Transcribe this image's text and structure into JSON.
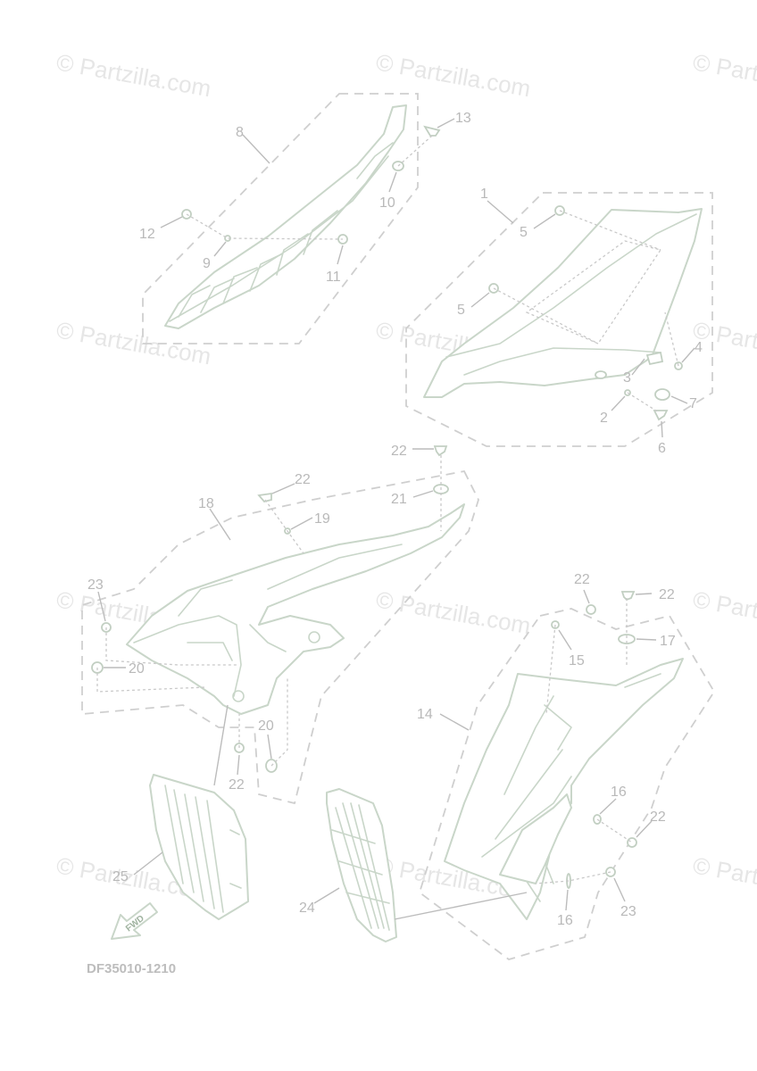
{
  "watermark": "© Partzilla.com",
  "diagram_code": "DF35010-1210",
  "fwd_label": "FWD",
  "callouts": {
    "c1": "1",
    "c2": "2",
    "c3": "3",
    "c4": "4",
    "c5a": "5",
    "c5b": "5",
    "c6": "6",
    "c7": "7",
    "c8": "8",
    "c9": "9",
    "c10": "10",
    "c11": "11",
    "c12": "12",
    "c13": "13",
    "c14": "14",
    "c15": "15",
    "c16a": "16",
    "c16b": "16",
    "c17": "17",
    "c18": "18",
    "c19": "19",
    "c20a": "20",
    "c20b": "20",
    "c21": "21",
    "c22a": "22",
    "c22b": "22",
    "c22c": "22",
    "c22d": "22",
    "c22e": "22",
    "c22f": "22",
    "c23a": "23",
    "c23b": "23",
    "c24": "24",
    "c25": "25"
  },
  "colors": {
    "part_stroke": "#c9d6c9",
    "label": "#b9b9b9",
    "watermark": "#e6e6e6"
  }
}
